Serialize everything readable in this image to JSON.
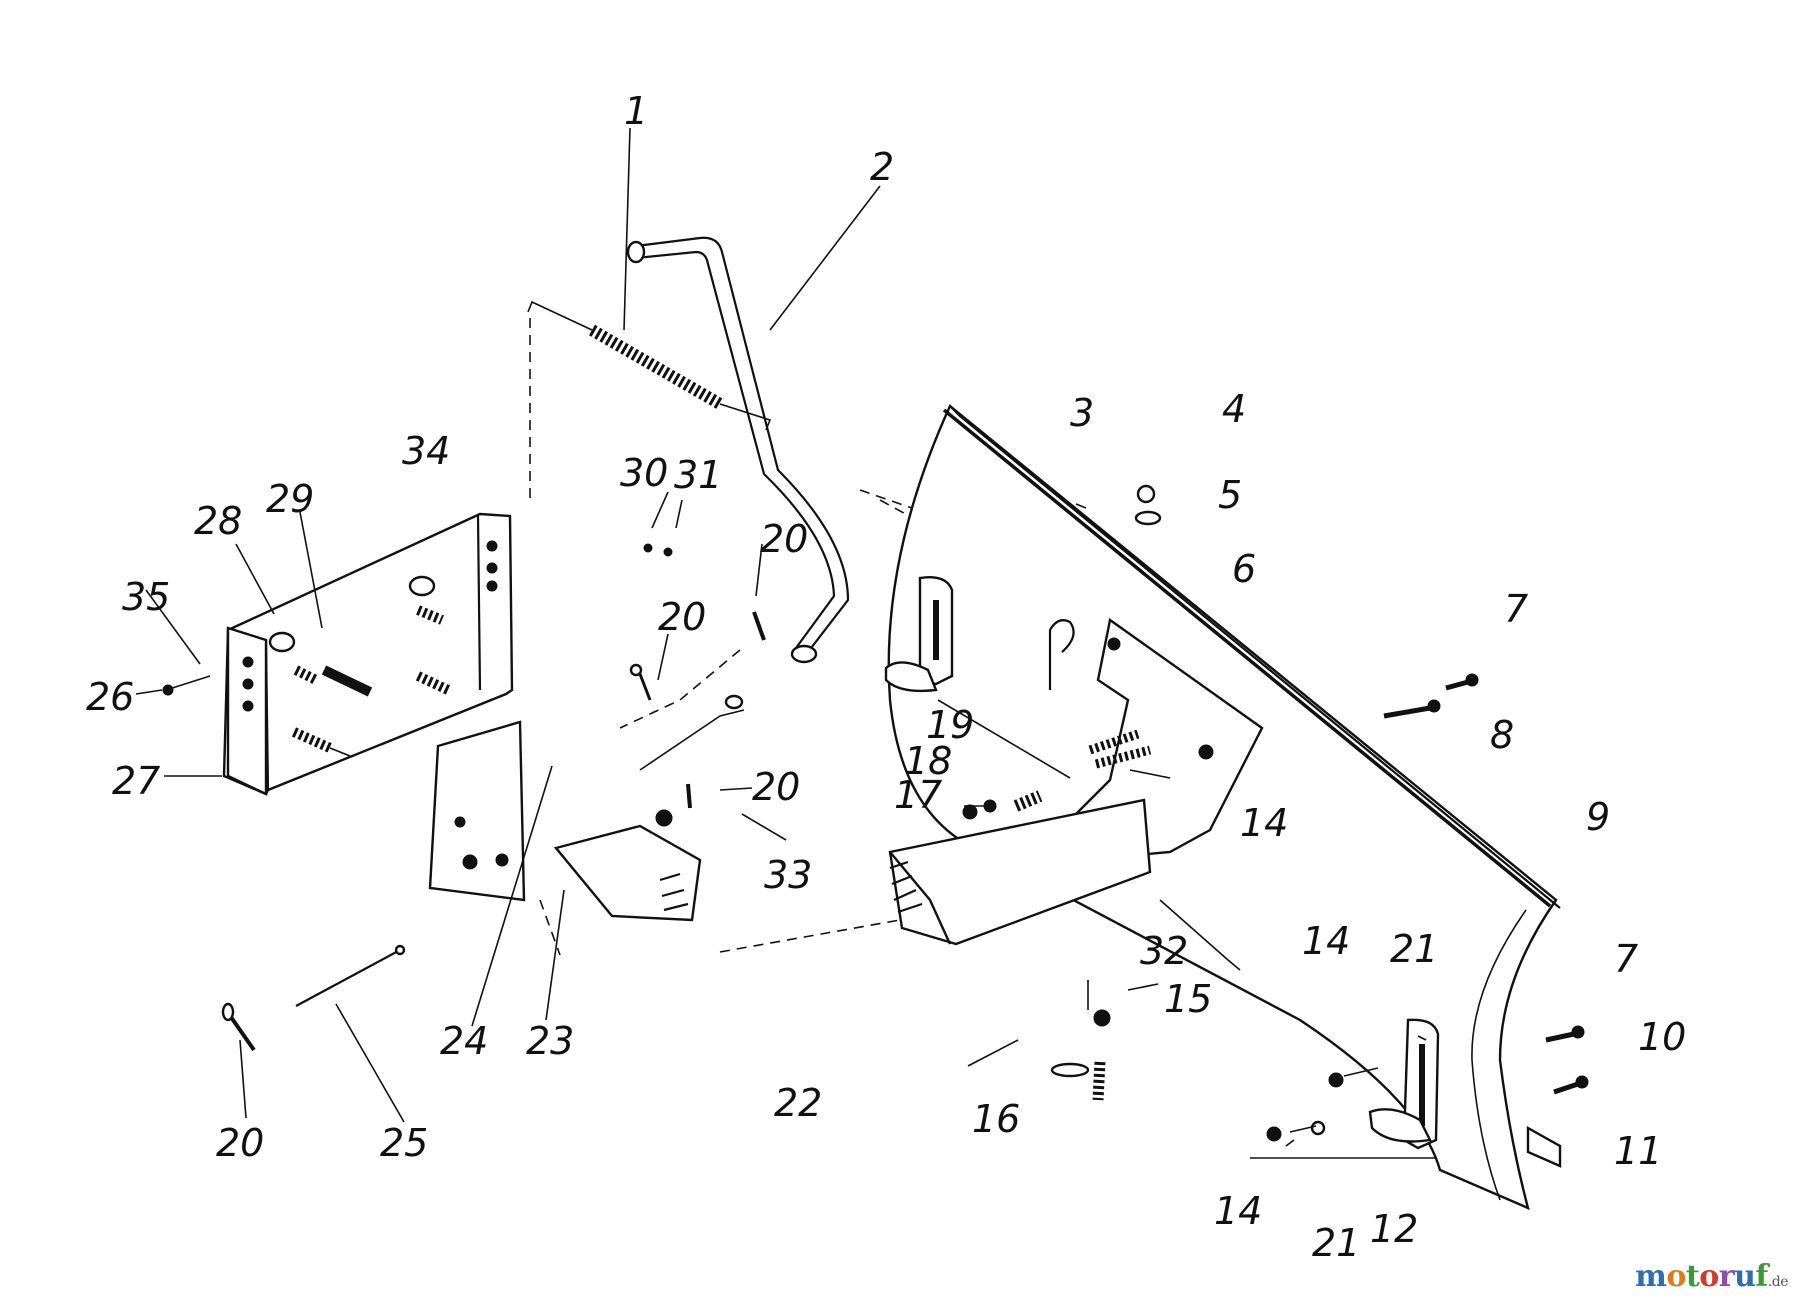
{
  "diagram": {
    "labels": [
      {
        "id": "p1",
        "text": "1"
      },
      {
        "id": "p2",
        "text": "2"
      },
      {
        "id": "p3",
        "text": "3"
      },
      {
        "id": "p4",
        "text": "4"
      },
      {
        "id": "p5",
        "text": "5"
      },
      {
        "id": "p6",
        "text": "6"
      },
      {
        "id": "p7a",
        "text": "7"
      },
      {
        "id": "p8",
        "text": "8"
      },
      {
        "id": "p9",
        "text": "9"
      },
      {
        "id": "p7b",
        "text": "7"
      },
      {
        "id": "p10",
        "text": "10"
      },
      {
        "id": "p11",
        "text": "11"
      },
      {
        "id": "p12",
        "text": "12"
      },
      {
        "id": "p21a",
        "text": "21"
      },
      {
        "id": "p14a",
        "text": "14"
      },
      {
        "id": "p21b",
        "text": "21"
      },
      {
        "id": "p14b",
        "text": "14"
      },
      {
        "id": "p14c",
        "text": "14"
      },
      {
        "id": "p32",
        "text": "32"
      },
      {
        "id": "p15",
        "text": "15"
      },
      {
        "id": "p16",
        "text": "16"
      },
      {
        "id": "p22",
        "text": "22"
      },
      {
        "id": "p17",
        "text": "17"
      },
      {
        "id": "p18",
        "text": "18"
      },
      {
        "id": "p19",
        "text": "19"
      },
      {
        "id": "p33",
        "text": "33"
      },
      {
        "id": "p20a",
        "text": "20"
      },
      {
        "id": "p20b",
        "text": "20"
      },
      {
        "id": "p20c",
        "text": "20"
      },
      {
        "id": "p20d",
        "text": "20"
      },
      {
        "id": "p30",
        "text": "30"
      },
      {
        "id": "p31",
        "text": "31"
      },
      {
        "id": "p34",
        "text": "34"
      },
      {
        "id": "p29",
        "text": "29"
      },
      {
        "id": "p28",
        "text": "28"
      },
      {
        "id": "p35",
        "text": "35"
      },
      {
        "id": "p26",
        "text": "26"
      },
      {
        "id": "p27",
        "text": "27"
      },
      {
        "id": "p24",
        "text": "24"
      },
      {
        "id": "p23",
        "text": "23"
      },
      {
        "id": "p25",
        "text": "25"
      }
    ]
  },
  "watermark": {
    "letters": [
      {
        "ch": "m",
        "color": "#2e6db4"
      },
      {
        "ch": "o",
        "color": "#e07b1a"
      },
      {
        "ch": "t",
        "color": "#3a9a3a"
      },
      {
        "ch": "o",
        "color": "#d23a2a"
      },
      {
        "ch": "r",
        "color": "#8a4db0"
      },
      {
        "ch": "u",
        "color": "#2e6db4"
      },
      {
        "ch": "f",
        "color": "#3a9a3a"
      }
    ],
    "tld": ".de"
  }
}
